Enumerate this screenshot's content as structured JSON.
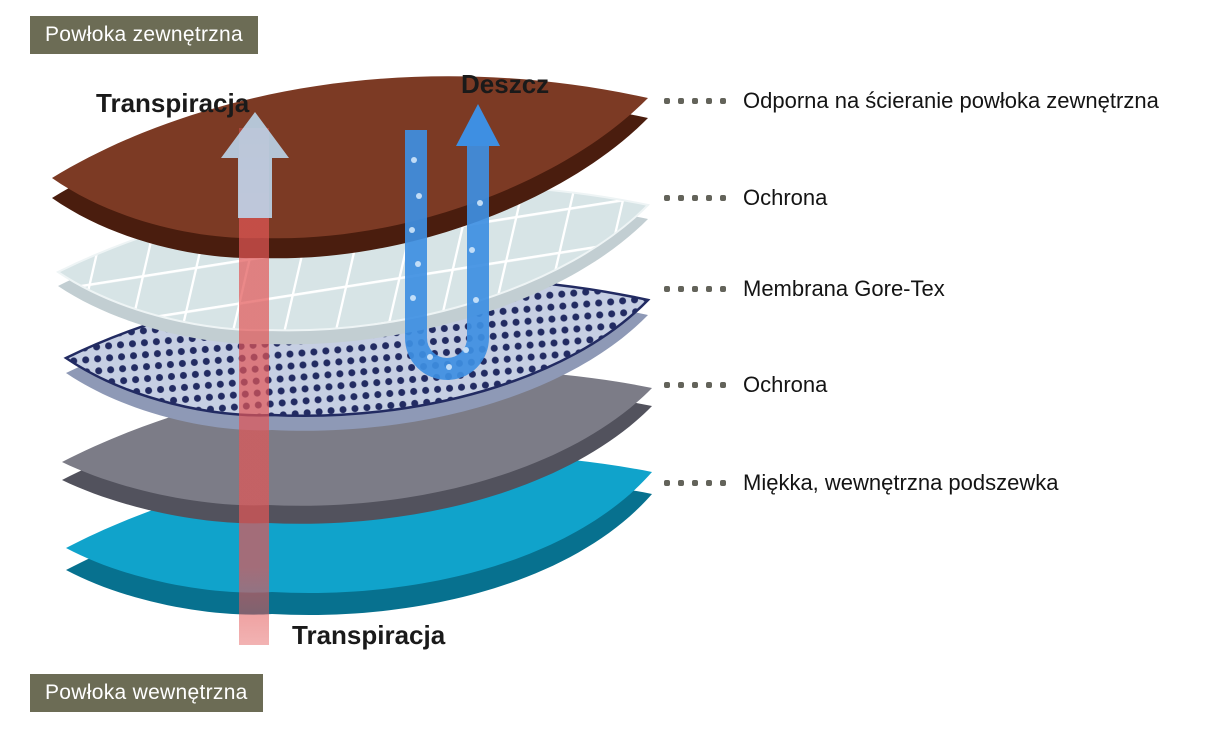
{
  "badges": {
    "top": "Powłoka zewnętrzna",
    "bottom": "Powłoka wewnętrzna"
  },
  "annotations": {
    "transpiration_top": "Transpiracja",
    "rain": "Deszcz",
    "transpiration_bottom": "Transpiracja"
  },
  "legend": [
    {
      "label": "Odporna na ścieranie powłoka zewnętrzna"
    },
    {
      "label": "Ochrona"
    },
    {
      "label": "Membrana Gore-Tex"
    },
    {
      "label": "Ochrona"
    },
    {
      "label": "Miękka, wewnętrzna podszewka"
    }
  ],
  "layers": [
    {
      "name": "outer-shell",
      "face": "#7c3a24",
      "edge": "#4a1d0e"
    },
    {
      "name": "protection-upper",
      "face": "#d7e4e6",
      "edge": "#c2ced2",
      "grid": "#ffffff"
    },
    {
      "name": "gore-tex-membrane",
      "face": "#c6cfe3",
      "edge": "#8e99b6",
      "dot": "#222b62"
    },
    {
      "name": "protection-lower",
      "face": "#7c7c87",
      "edge": "#52525d"
    },
    {
      "name": "inner-lining",
      "face": "#10a3cb",
      "edge": "#07718f"
    }
  ],
  "arrows": {
    "transpiration": "#e25656",
    "rain": "#3e8fe2",
    "rain_bubble": "#cfe6fb",
    "big_arrow": "#bdd8ef"
  },
  "colors": {
    "badge_bg": "#6c6c55",
    "legend_dot": "#63635a"
  }
}
